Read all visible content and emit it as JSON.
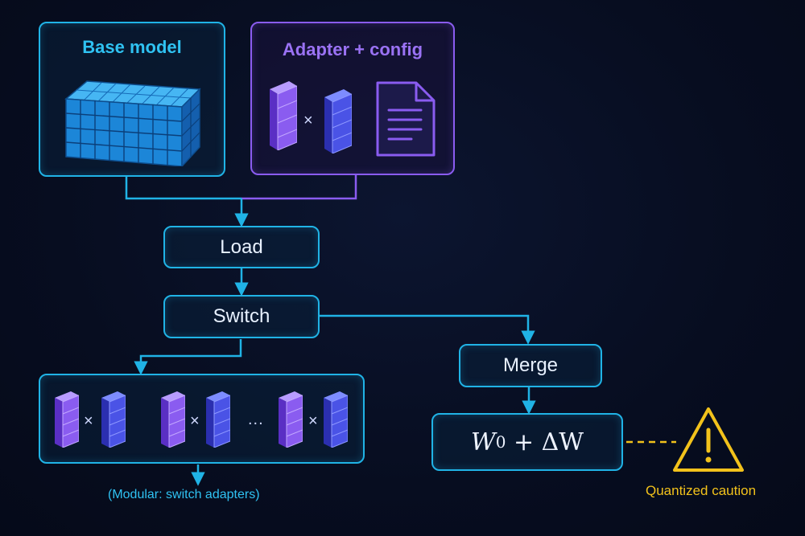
{
  "colors": {
    "background": "#070d20",
    "cyan": "#20b3e6",
    "purple": "#8a5cf0",
    "yellow": "#f2c21b",
    "text": "#e8f1ff"
  },
  "base_model": {
    "title": "Base model",
    "icon": "tensor-cube-icon"
  },
  "adapter_config": {
    "title": "Adapter + config",
    "times": "×",
    "icons": [
      "adapter-matrix-a-icon",
      "adapter-matrix-b-icon",
      "config-document-icon"
    ]
  },
  "steps": {
    "load": "Load",
    "switch": "Switch",
    "merge": "Merge"
  },
  "modular": {
    "times": "×",
    "ellipsis": "...",
    "caption": "(Modular: switch adapters)"
  },
  "formula": {
    "w": "W",
    "sub": "0",
    "rest": " + ΔW"
  },
  "warning": {
    "icon": "warning-triangle-icon",
    "label": "Quantized caution"
  }
}
